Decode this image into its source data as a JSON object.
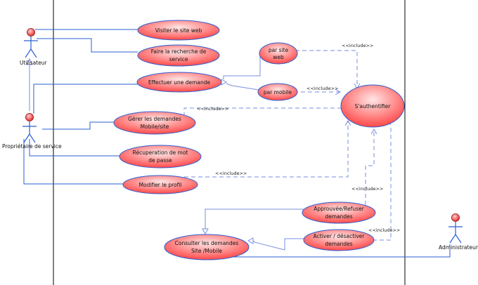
{
  "colors": {
    "line": "#2a5fd4",
    "include_line": "#7a8ee0",
    "usecase_fill": "#ff5555",
    "boundary": "#000000"
  },
  "actors": {
    "utilisateur": "Utilisateur",
    "proprietaire": "Propriétaire de service",
    "administrateur": "Administrateur"
  },
  "usecases": {
    "visiter": [
      "Visiter le site web"
    ],
    "recherche": [
      "Faire la recherche de",
      "service"
    ],
    "effectuer": [
      "Effectuer une demande"
    ],
    "par_site": [
      "par site",
      "web"
    ],
    "par_mobile": [
      "par mobile"
    ],
    "authentifier": [
      "S'authentifier"
    ],
    "gerer": [
      "Gérer les demandes",
      "Mobile/site"
    ],
    "recuperation": [
      "Récuperation de mot",
      "de passe"
    ],
    "modifier": [
      "Modifier le profil"
    ],
    "approuvee": [
      "Approuvée/Refuser",
      "demandes"
    ],
    "activer": [
      "Activer / désactiver",
      "demandes"
    ],
    "consulter": [
      "Consulter les demandes",
      "Site /Mobile"
    ]
  },
  "include_label": "<<include>>"
}
